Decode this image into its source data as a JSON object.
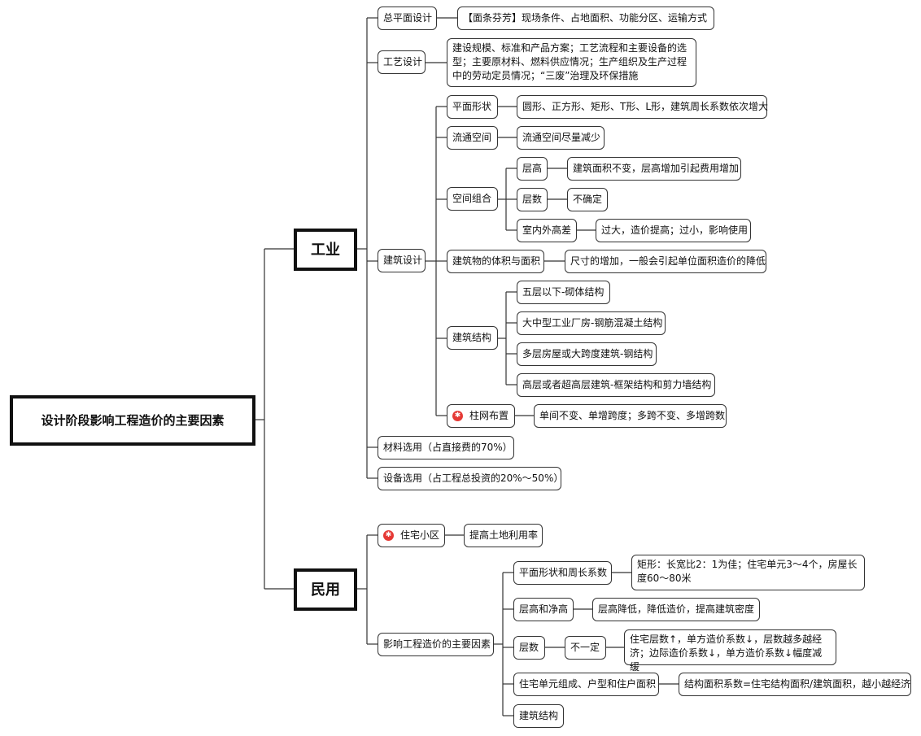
{
  "root": "设计阶段影响工程造价的主要因素",
  "industrial": {
    "label": "工业",
    "general_plan": {
      "label": "总平面设计",
      "detail": "【面条芬芳】现场条件、占地面积、功能分区、运输方式"
    },
    "process": {
      "label": "工艺设计",
      "detail": "建设规模、标准和产品方案；工艺流程和主要设备的选型；主要原材料、燃料供应情况；生产组织及生产过程中的劳动定员情况；“三废”治理及环保措施"
    },
    "architecture": {
      "label": "建筑设计",
      "plane_shape": {
        "label": "平面形状",
        "detail": "圆形、正方形、矩形、T形、L形，建筑周长系数依次增大"
      },
      "circulation": {
        "label": "流通空间",
        "detail": "流通空间尽量减少"
      },
      "space": {
        "label": "空间组合",
        "height": {
          "label": "层高",
          "detail": "建筑面积不变，层高增加引起费用增加"
        },
        "floors": {
          "label": "层数",
          "detail": "不确定"
        },
        "elevation": {
          "label": "室内外高差",
          "detail": "过大，造价提高；过小，影响使用"
        }
      },
      "volume": {
        "label": "建筑物的体积与面积",
        "detail": "尺寸的增加，一般会引起单位面积造价的降低"
      },
      "structure": {
        "label": "建筑结构",
        "items": [
          "五层以下-砌体结构",
          "大中型工业厂房-钢筋混凝土结构",
          "多层房屋或大跨度建筑-钢结构",
          "高层或者超高层建筑-框架结构和剪力墙结构"
        ]
      },
      "column": {
        "label": "柱网布置",
        "detail": "单间不变、单增跨度；多跨不变、多增跨数"
      }
    },
    "material": "材料选用（占直接费的70%）",
    "equipment": "设备选用（占工程总投资的20%～50%）"
  },
  "civil": {
    "label": "民用",
    "residential": {
      "label": "住宅小区",
      "detail": "提高土地利用率"
    },
    "factors": {
      "label": "影响工程造价的主要因素",
      "plane": {
        "label": "平面形状和周长系数",
        "detail": "矩形：长宽比2：1为佳；住宅单元3～4个，房屋长度60～80米"
      },
      "height": {
        "label": "层高和净高",
        "detail": "层高降低，降低造价，提高建筑密度"
      },
      "floors": {
        "label": "层数",
        "mid": "不一定",
        "detail": "住宅层数↑，单方造价系数↓，层数越多越经济；边际造价系数↓，单方造价系数↓幅度减缓"
      },
      "unit": {
        "label": "住宅单元组成、户型和住户面积",
        "detail": "结构面积系数=住宅结构面积/建筑面积，越小越经济"
      },
      "structure": {
        "label": "建筑结构"
      }
    }
  },
  "icons": {
    "marker": "star-marker-icon",
    "marker_color": "#e53935"
  }
}
